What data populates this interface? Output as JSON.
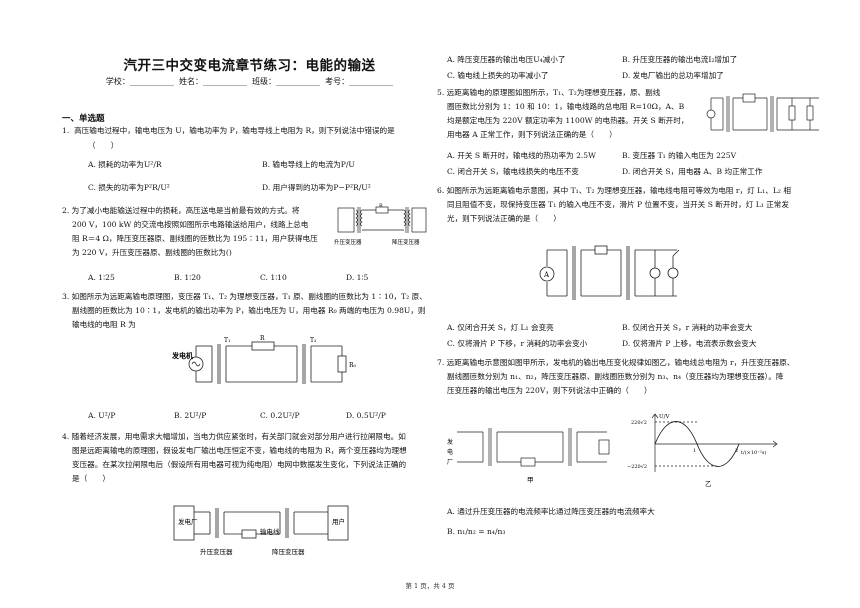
{
  "title": "汽开三中交变电流章节练习：电能的输送",
  "info": {
    "school": "学校：___________",
    "name": "姓名：___________",
    "class": "班级：___________",
    "exam": "考号：___________"
  },
  "section1": "一、单选题",
  "q1": {
    "num": "1.",
    "stem": "高压输电过程中，输电电压为 U，输电功率为 P，输电导线上电阻为 R，则下列说法中错误的是",
    "paren": "（　　）",
    "A": "A. 损耗的功率为U²/R",
    "B": "B. 输电导线上的电流为P/U",
    "C": "C. 损失的功率为P²R/U²",
    "D": "D. 用户得到的功率为P−P²R/U²"
  },
  "q2": {
    "num": "2.",
    "line1": "为了减小电能输送过程中的损耗，高压送电是当前最有效的方式。将",
    "line2": "200 V，100 kW 的交流电按照如图所示电路输送给用户，线路上总电",
    "line3": "阻 R＝4 Ω，降压变压器原、副线圈的匝数比为 195∶11，用户获得电压",
    "line4": "为 220 V，升压变压器原、副线圈的匝数比为()",
    "A": "A. 1∶25",
    "B": "B. 1∶20",
    "C": "C. 1∶10",
    "D": "D. 1∶5",
    "lbl_up": "升压变压器",
    "lbl_down": "降压变压器",
    "lbl_r": "R"
  },
  "q3": {
    "num": "3.",
    "line1": "如图所示为远距离输电原理图，变压器 T₁、T₂ 为理想变压器，T₁ 原、副线圈的匝数比为 1∶10，T₂ 原、",
    "line2": "副线圈的匝数比为 10∶1，发电机的输出功率为 P，输出电压为 U，用电器 R₀ 两端的电压为 0.98U，则",
    "line3": "输电线的电阻 R 为",
    "A": "A. U²/P",
    "B": "B. 2U²/P",
    "C": "C. 0.2U²/P",
    "D": "D. 0.5U²/P",
    "gen": "发电机",
    "t1": "T₁",
    "t2": "T₂",
    "r": "R",
    "r0": "R₀"
  },
  "q4": {
    "num": "4.",
    "line1": "随着经济发展，用电需求大幅增加，当电力供应紧张时，有关部门就会对部分用户进行拉闸限电。如",
    "line2": "图是远距离输电的原理图，假设发电厂输出电压恒定不变，输电线的电阻为 R，两个变压器均为理想",
    "line3": "变压器。在某次拉闸限电后（假设所有用电器可视为纯电阻）电网中数据发生变化，下列说法正确的",
    "line4": "是（　　）",
    "plant": "发电厂",
    "user": "用户",
    "line": "输电线",
    "up": "升压变压器",
    "down": "降压变压器"
  },
  "rq4": {
    "A": "A. 降压变压器的输出电压U₄减小了",
    "B": "B. 升压变压器的输出电流I₂增加了",
    "C": "C. 输电线上损失的功率减小了",
    "D": "D. 发电厂输出的总功率增加了"
  },
  "q5": {
    "num": "5.",
    "line1": "远距离输电的原理图如图所示，T₁、T₂为理想变压器，原、副线",
    "line2": "圈匝数比分别为 1：10 和 10：1，输电线路的总电阻 R=10Ω，A、B",
    "line3": "均是额定电压为 220V 额定功率为 1100W 的电热器。开关 S 断开时，",
    "line4": "用电器 A 正常工作，则下列说法正确的是（　　）",
    "A": "A. 开关 S 断开时，输电线的热功率为 2.5W",
    "B": "B. 变压器 T₁ 的输入电压为 225V",
    "C": "C. 闭合开关 S，输电线损失的电压不变",
    "D": "D. 闭合开关 S，用电器 A、B 均正常工作"
  },
  "q6": {
    "num": "6.",
    "line1": "如图所示为远距离输电示意图，其中 T₁、T₂ 为理想变压器，输电线电阻可等效为电阻 r，灯 L₁、L₂ 相",
    "line2": "同且阻值不变，现保持变压器 T₁ 的输入电压不变，滑片 P 位置不变，当开关 S 断开时，灯 L₁ 正常发",
    "line3": "光，则下列说法正确的是（　　）",
    "A": "A. 仅闭合开关 S，灯 L₁ 会变亮",
    "B": "B. 仅闭合开关 S，r 消耗的功率会变大",
    "C": "C. 仅将滑片 P 下移，r 消耗的功率会变小",
    "D": "D. 仅将滑片 P 上移，电流表示数会变大"
  },
  "q7": {
    "num": "7.",
    "line1": "远距离输电示意图如图甲所示，发电机的输出电压变化规律如图乙，输电线总电阻为 r，升压变压器原、",
    "line2": "副线圈匝数分别为 n₁、n₂，降压变压器原、副线圈匝数分别为 n₃、n₄（变压器均为理想变压器）。降",
    "line3": "压变压器的输出电压为 220V，则下列说法中正确的（　　）",
    "jia": "甲",
    "yi": "乙",
    "axis_u": "U/V",
    "axis_t": "t/(×10⁻²s)",
    "pos": "220√2",
    "neg": "−220√2",
    "A": "A. 通过升压变压器的电流频率比通过降压变压器的电流频率大",
    "B": "B. n₁/n₂ = n₄/n₃"
  },
  "footer": "第 1 页，共 4 页",
  "colors": {
    "text": "#111111",
    "line": "#222222"
  }
}
